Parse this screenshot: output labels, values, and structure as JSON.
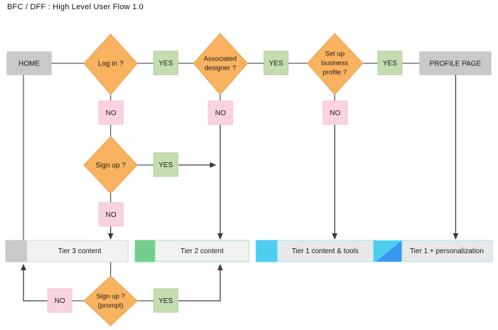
{
  "page": {
    "title": "BFC / DFF :  High Level User Flow 1.0",
    "background": "#ffffff"
  },
  "colors": {
    "decision_fill": "#F9B25F",
    "decision_stroke": "#E8A253",
    "yes_fill": "#C3DDB0",
    "yes_stroke": "#AFCE9B",
    "no_fill": "#FAD2E1",
    "no_stroke": "#F3C2D5",
    "page_fill": "#C9C9C9",
    "page_stroke": "#BDBDBD",
    "tier3_accent": "#C9C9C9",
    "tier2_accent": "#73CE8D",
    "tier1_accent": "#4CCEF0",
    "tier1p_accent": "#3A96F0",
    "bar_body": "#EFEFEF",
    "edge": "#555a5e"
  },
  "nodes": {
    "home": {
      "label": "HOME",
      "type": "page-box"
    },
    "login": {
      "label": "Log in ?",
      "type": "decision"
    },
    "login_yes": {
      "label": "YES",
      "type": "yes-box"
    },
    "login_no": {
      "label": "NO",
      "type": "no-box"
    },
    "associated_designer": {
      "label_line1": "Associated",
      "label_line2": "designer ?",
      "type": "decision"
    },
    "designer_yes": {
      "label": "YES",
      "type": "yes-box"
    },
    "designer_no": {
      "label": "NO",
      "type": "no-box"
    },
    "business_profile": {
      "label_line1": "Set up",
      "label_line2": "business",
      "label_line3": "profile ?",
      "type": "decision"
    },
    "business_yes": {
      "label": "YES",
      "type": "yes-box"
    },
    "business_no": {
      "label": "NO",
      "type": "no-box"
    },
    "profile_page": {
      "label": "PROFILE PAGE",
      "type": "page-box"
    },
    "signup": {
      "label": "Sign up ?",
      "type": "decision"
    },
    "signup_yes": {
      "label": "YES",
      "type": "yes-box"
    },
    "signup_no": {
      "label": "NO",
      "type": "no-box"
    },
    "signup_prompt": {
      "label_line1": "Sign up ?",
      "label_line2": "(prompt)",
      "type": "decision"
    },
    "signup_prompt_yes": {
      "label": "YES",
      "type": "yes-box"
    },
    "signup_prompt_no": {
      "label": "NO",
      "type": "no-box"
    }
  },
  "bars": {
    "tier3": {
      "label": "Tier 3 content"
    },
    "tier2": {
      "label": "Tier 2 content"
    },
    "tier1": {
      "label": "Tier 1 content  & tools"
    },
    "tier1_personalization": {
      "label": "Tier 1  +  personalization"
    }
  }
}
